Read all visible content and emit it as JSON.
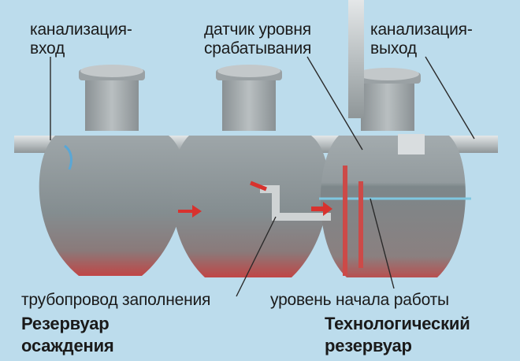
{
  "labels": {
    "inlet": "канализация-\nвход",
    "sensor": "датчик уровня\nсрабатывания",
    "outlet": "канализация-\nвыход",
    "fill_pipe": "трубопровод заполнения",
    "start_level": "уровень начала работы",
    "settling_tank": "Резервуар\nосаждения",
    "tech_tank": "Технологический\nрезервуар"
  },
  "colors": {
    "background": "#bcdcec",
    "tank_body": "#8c9598",
    "sediment": "#b74a4a",
    "water_level": "#7fc7e0",
    "pipe": "#c9cdcf",
    "leader_line": "#2a2a2a",
    "red_arrow": "#d8322e"
  }
}
